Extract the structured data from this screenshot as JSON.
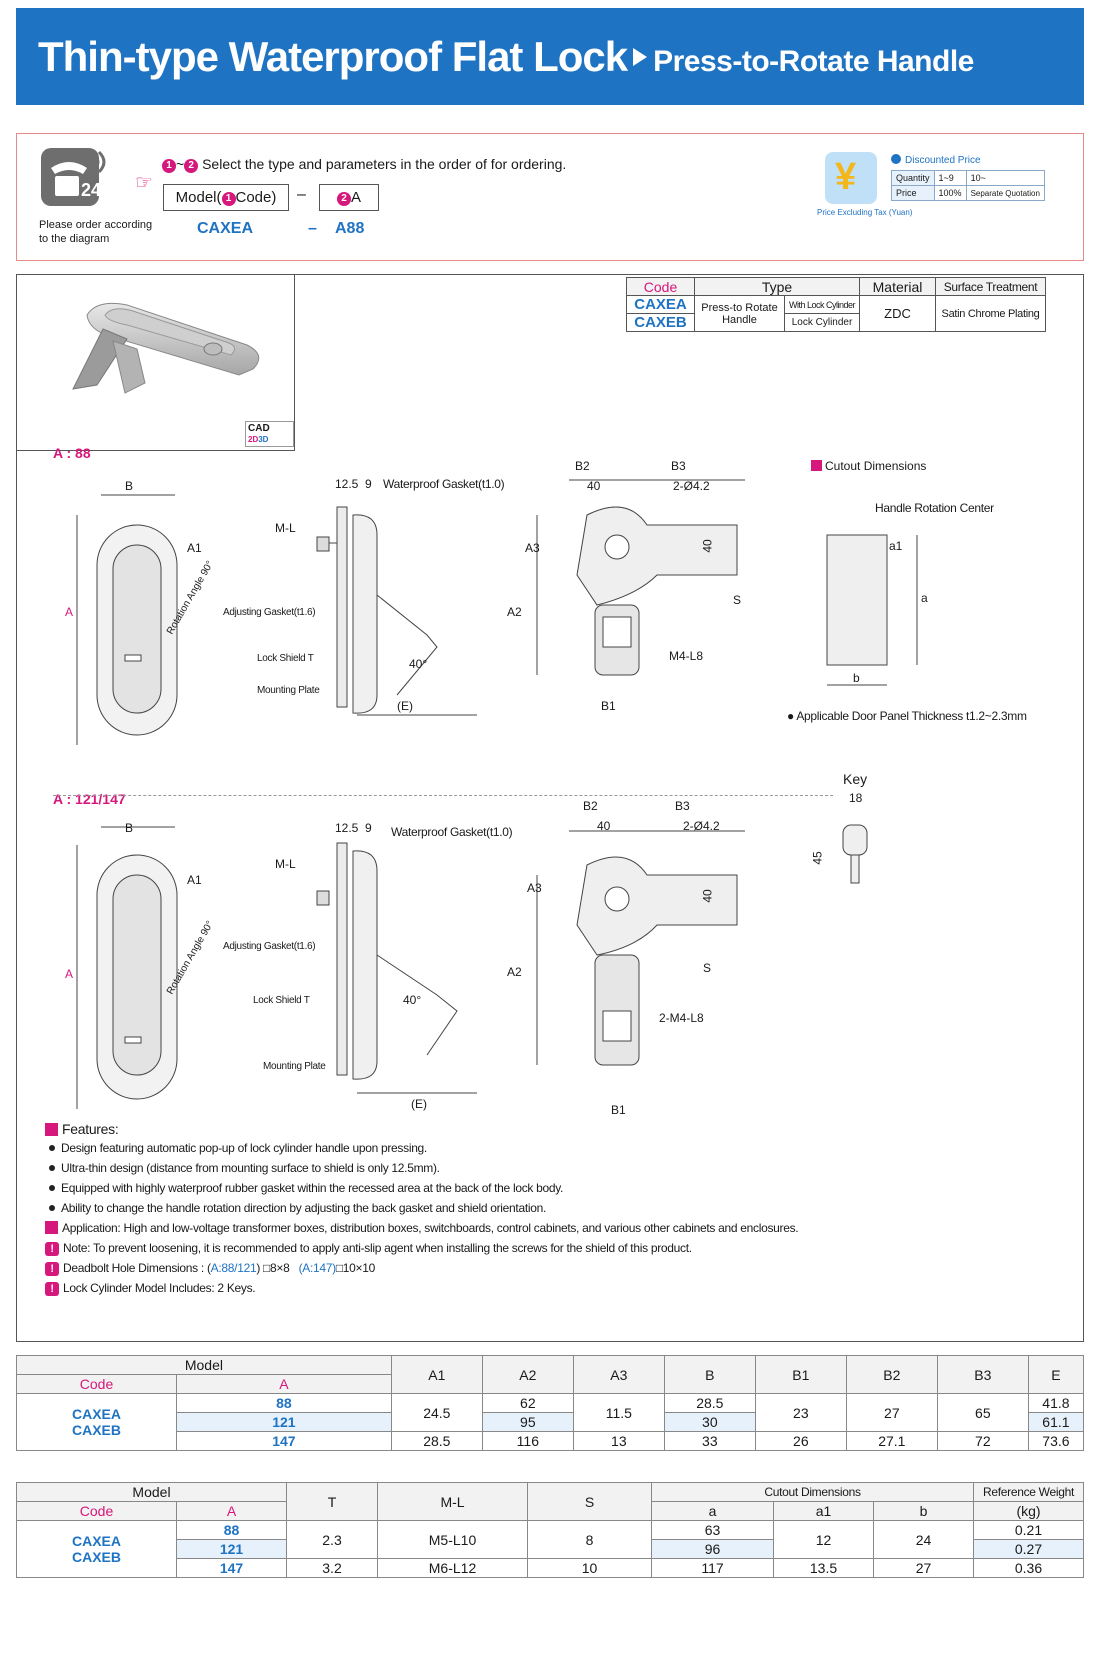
{
  "header": {
    "title": "Thin-type Waterproof Flat Lock",
    "subtitle": "Press-to-Rotate Handle"
  },
  "order": {
    "note": "Please order according to the diagram",
    "step_a": "1",
    "step_b": "2",
    "select_text": "Select the type and parameters in the order of for ordering.",
    "model_label": "Model(",
    "code_label": "Code)",
    "a_label": "A",
    "example_model": "CAXEA",
    "example_dash": "–",
    "example_a": "A88",
    "discount_title": "Discounted Price",
    "price_caption": "Price Excluding Tax (Yuan)",
    "qty_label": "Quantity",
    "qty_1": "1~9",
    "qty_2": "10~",
    "price_label": "Price",
    "price_1": "100%",
    "price_2": "Separate Quotation"
  },
  "type_table": {
    "headers": [
      "Code",
      "Type",
      "Material",
      "Surface Treatment"
    ],
    "codes": [
      "CAXEA",
      "CAXEB"
    ],
    "type_main": "Press-to Rotate Handle",
    "type_a": "With Lock Cylinder",
    "type_b": "Lock Cylinder",
    "material": "ZDC",
    "surface": "Satin Chrome Plating",
    "cad": "CAD"
  },
  "drawing": {
    "section1": "A : 88",
    "section2": "A : 121/147",
    "labels": {
      "B": "B",
      "A": "A",
      "A1": "A1",
      "rotation": "Rotation Angle 90°",
      "d125": "12.5",
      "d9": "9",
      "gasket": "Waterproof Gasket(t1.0)",
      "ml": "M-L",
      "adj": "Adjusting Gasket(t1.6)",
      "shield": "Lock Shield T",
      "plate": "Mounting Plate",
      "deg40": "40°",
      "E": "(E)",
      "B2": "B2",
      "B3": "B3",
      "d40a": "40",
      "holes": "2-Ø4.2",
      "d40b": "40",
      "A3": "A3",
      "A2": "A2",
      "S": "S",
      "m4": "M4-L8",
      "m4b": "2-M4-L8",
      "B1": "B1",
      "cutout": "Cutout Dimensions",
      "center": "Handle Rotation Center",
      "a1": "a1",
      "a": "a",
      "b": "b",
      "panel": "Applicable Door Panel Thickness t1.2~2.3mm",
      "key": "Key",
      "k18": "18",
      "k45": "45"
    }
  },
  "features": {
    "title": "Features:",
    "items": [
      "Design featuring automatic pop-up of lock cylinder handle upon pressing.",
      "Ultra-thin design (distance from mounting surface to shield is only 12.5mm).",
      "Equipped with highly waterproof rubber gasket within the recessed area at the back of the lock body.",
      "Ability to change the handle rotation direction by adjusting the back gasket and shield orientation."
    ],
    "application": "Application: High and low-voltage transformer boxes, distribution boxes, switchboards, control cabinets, and various other cabinets and enclosures.",
    "note": "Note: To prevent loosening, it is recommended to apply anti-slip agent when installing the screws for the shield of this product.",
    "deadbolt_prefix": "Deadbolt Hole Dimensions : (",
    "deadbolt_a1": "A:88/121",
    "deadbolt_v1": ") □8×8",
    "deadbolt_a2": "(A:147)",
    "deadbolt_v2": "□10×10",
    "keys": "Lock Cylinder Model Includes: 2 Keys."
  },
  "chart_data": [
    {
      "type": "table",
      "headers": [
        "Model",
        "Code",
        "A",
        "A1",
        "A2",
        "A3",
        "B",
        "B1",
        "B2",
        "B3",
        "E"
      ],
      "codes": [
        "CAXEA",
        "CAXEB"
      ],
      "rows": [
        {
          "A": "88",
          "A1": "24.5",
          "A2": "62",
          "A3": "11.5",
          "B": "28.5",
          "B1": "23",
          "B2": "27",
          "B3": "65",
          "E": "41.8"
        },
        {
          "A": "121",
          "A1": "24.5",
          "A2": "95",
          "A3": "11.5",
          "B": "30",
          "B1": "23",
          "B2": "27",
          "B3": "65",
          "E": "61.1"
        },
        {
          "A": "147",
          "A1": "28.5",
          "A2": "116",
          "A3": "13",
          "B": "33",
          "B1": "26",
          "B2": "27.1",
          "B3": "72",
          "E": "73.6"
        }
      ]
    },
    {
      "type": "table",
      "headers": [
        "Model",
        "Code",
        "A",
        "T",
        "M-L",
        "S",
        "Cutout Dimensions",
        "a",
        "a1",
        "b",
        "Reference Weight",
        "(kg)"
      ],
      "codes": [
        "CAXEA",
        "CAXEB"
      ],
      "rows": [
        {
          "A": "88",
          "T": "2.3",
          "ML": "M5-L10",
          "S": "8",
          "a": "63",
          "a1": "12",
          "b": "24",
          "kg": "0.21"
        },
        {
          "A": "121",
          "T": "2.3",
          "ML": "M5-L10",
          "S": "8",
          "a": "96",
          "a1": "12",
          "b": "24",
          "kg": "0.27"
        },
        {
          "A": "147",
          "T": "3.2",
          "ML": "M6-L12",
          "S": "10",
          "a": "117",
          "a1": "13.5",
          "b": "27",
          "kg": "0.36"
        }
      ]
    }
  ]
}
